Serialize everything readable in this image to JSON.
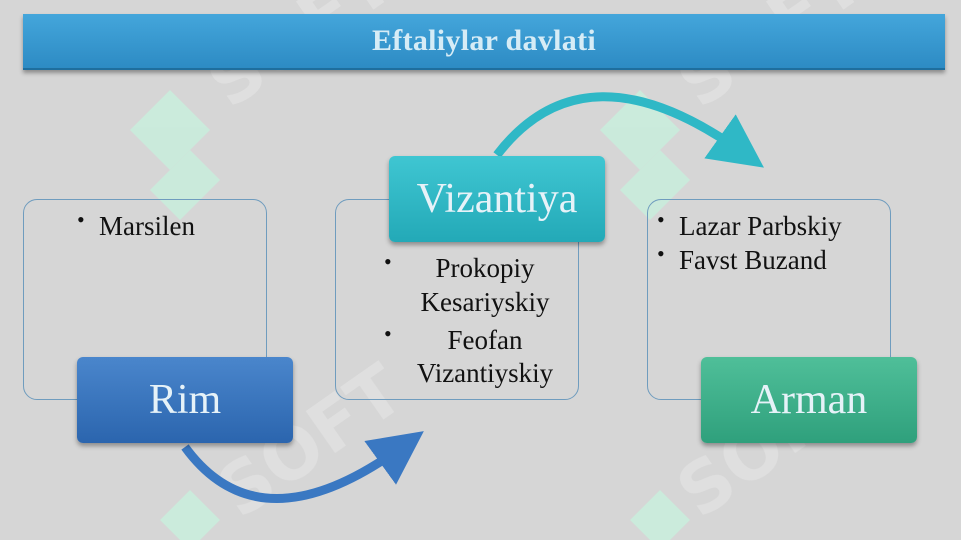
{
  "title": "Eftaliylar davlati",
  "left": {
    "label": "Rim",
    "items": [
      "Marsilen"
    ]
  },
  "center": {
    "label": "Vizantiya",
    "items": [
      "Prokopiy Kesariyskiy",
      "Feofan Vizantiyskiy"
    ]
  },
  "right": {
    "label": "Arman",
    "items": [
      "Lazar Parbskiy",
      "Favst Buzand"
    ]
  },
  "colors": {
    "title_bar": "#3a9fd6",
    "rim": "#3a78c2",
    "vizantiya": "#2fb8c6",
    "arman": "#3fb08a"
  }
}
